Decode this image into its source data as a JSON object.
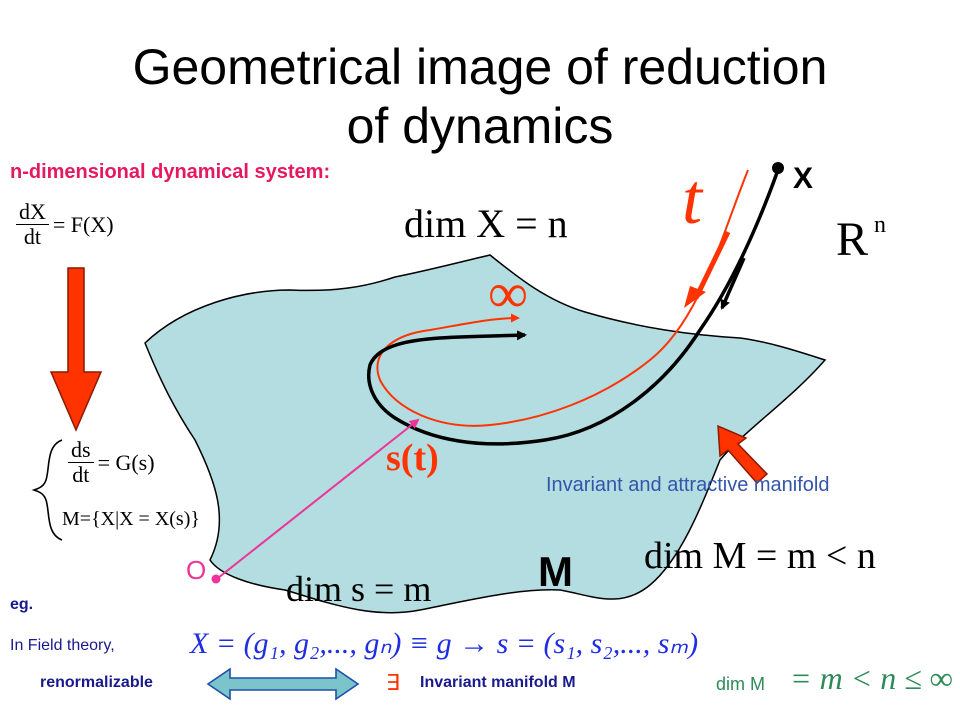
{
  "title": {
    "line1": "Geometrical image of reduction",
    "line2": "of dynamics"
  },
  "subtitle": "n-dimensional dynamical system:",
  "equations": {
    "ode_num": "dX",
    "ode_den": "dt",
    "ode_rhs": "= F(X)",
    "dim_x": "dim X = n",
    "rn_base": "R",
    "rn_exp": "n",
    "reduced_num": "ds",
    "reduced_den": "dt",
    "reduced_rhs": "= G(s)",
    "manifold_def": "M={X|X = X(s)}",
    "dim_s": "dim s = m",
    "dim_m": "dim M = m < n",
    "field_eq": "X = (g₁, g₂,..., gₙ) ≡ g → s = (s₁, s₂,..., sₘ)"
  },
  "labels": {
    "t": "t",
    "x_point": "X",
    "infinity": "∞",
    "st": "s(t)",
    "origin": "O",
    "m_big": "M",
    "manifold_caption": "Invariant and attractive manifold",
    "eg": "eg.",
    "field_theory": "In Field theory,",
    "renormalizable": "renormalizable",
    "exists": "∃",
    "invariant_manifold": "Invariant manifold M",
    "dim_m_small": "dim M",
    "dim_m_ineq": "= m < n ≤ ∞"
  },
  "colors": {
    "manifold_fill": "#b3dde0",
    "red": "#ff3300",
    "magenta": "#ee3399",
    "pink_title": "#e6195e",
    "blue": "#1f2ee0",
    "caption_blue": "#3355aa",
    "arrow_fill": "#7cc4cc",
    "arrow_stroke": "#1e4fa8"
  }
}
